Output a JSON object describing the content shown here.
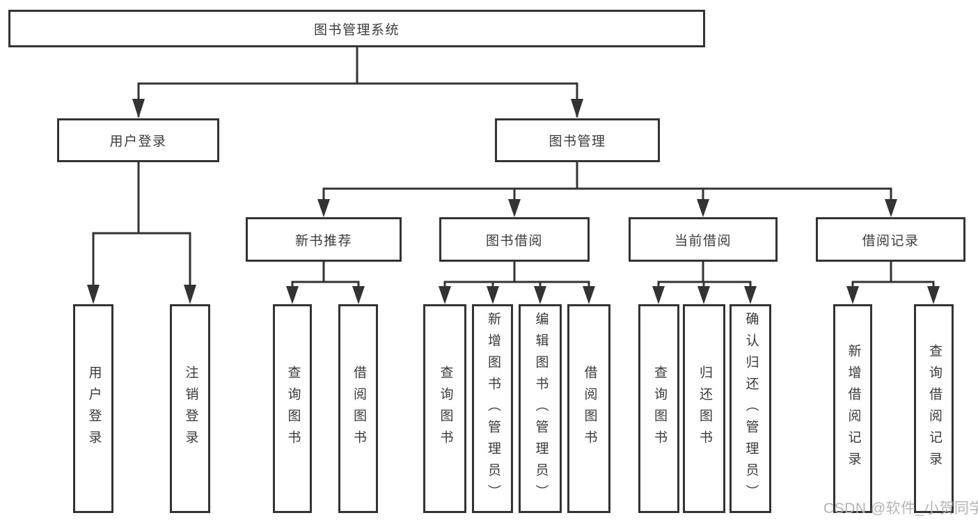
{
  "diagram": {
    "root": "图书管理系统",
    "branches": [
      {
        "label": "用户登录",
        "children": [
          "用户登录",
          "注销登录"
        ]
      },
      {
        "label": "图书管理",
        "groups": [
          {
            "label": "新书推荐",
            "children": [
              "查询图书",
              "借阅图书"
            ]
          },
          {
            "label": "图书借阅",
            "children": [
              "查询图书",
              "新增图书（管理员）",
              "编辑图书（管理员）",
              "借阅图书"
            ]
          },
          {
            "label": "当前借阅",
            "children": [
              "查询图书",
              "归还图书",
              "确认归还（管理员）"
            ]
          },
          {
            "label": "借阅记录",
            "children": [
              "新增借阅记录",
              "查询借阅记录"
            ]
          }
        ]
      }
    ]
  },
  "watermark": "CSDN @软件_小贺同学",
  "colors": {
    "line": "#333333",
    "text": "#3a3a3a",
    "watermark": "#b5b5b5",
    "background": "#ffffff"
  }
}
